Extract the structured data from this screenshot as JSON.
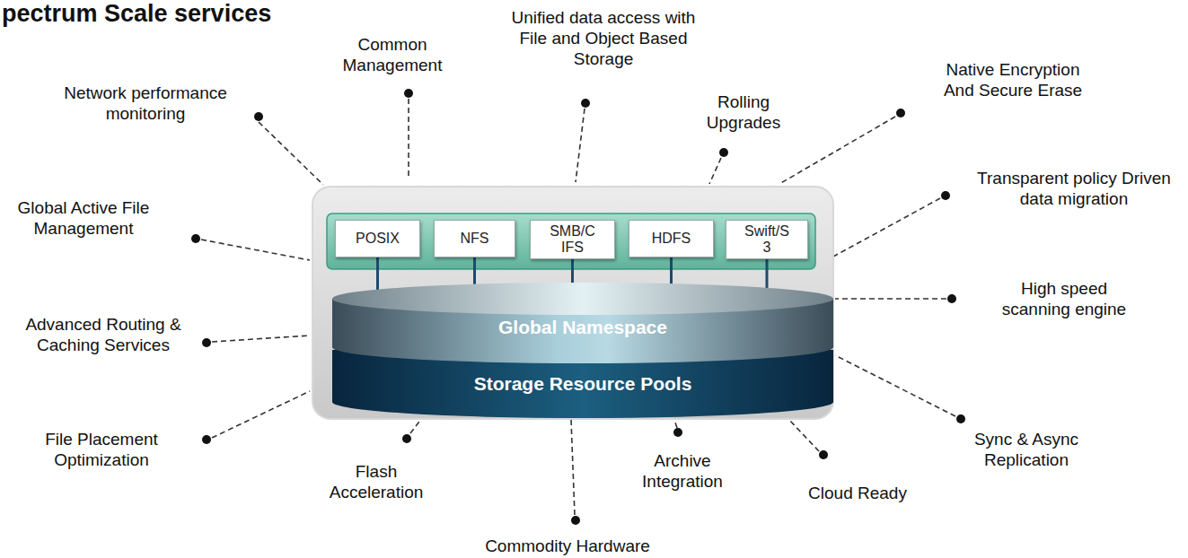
{
  "diagram": {
    "title": "pectrum Scale services",
    "nodes": [
      {
        "text": [
          "POSIX"
        ]
      },
      {
        "text": [
          "NFS"
        ]
      },
      {
        "text": [
          "SMB/C IFS"
        ]
      },
      {
        "text": [
          "HDFS"
        ]
      },
      {
        "text": [
          "Swift/S 3"
        ]
      },
      {
        "text": [
          "Global Namespace"
        ]
      },
      {
        "text": [
          "Storage Resource Pools"
        ]
      }
    ],
    "edges": [
      {
        "from": 0,
        "to": 5,
        "arrow": "none"
      },
      {
        "from": 1,
        "to": 5,
        "arrow": "none"
      },
      {
        "from": 2,
        "to": 5,
        "arrow": "none"
      },
      {
        "from": 3,
        "to": 5,
        "arrow": "none"
      },
      {
        "from": 4,
        "to": 5,
        "arrow": "none"
      }
    ],
    "labels": [
      "Common Management",
      "Unified data access with File and Object Based Storage",
      "Native Encryption And Secure Erase",
      "Network performance monitoring",
      "Rolling Upgrades",
      "Transparent policy Driven data migration",
      "Global Active File Management",
      "High speed scanning engine",
      "Advanced Routing & Caching Services",
      "Sync & Async Replication",
      "File Placement Optimization",
      "Flash Acceleration",
      "Archive Integration",
      "Cloud Ready",
      "Commodity Hardware"
    ]
  }
}
